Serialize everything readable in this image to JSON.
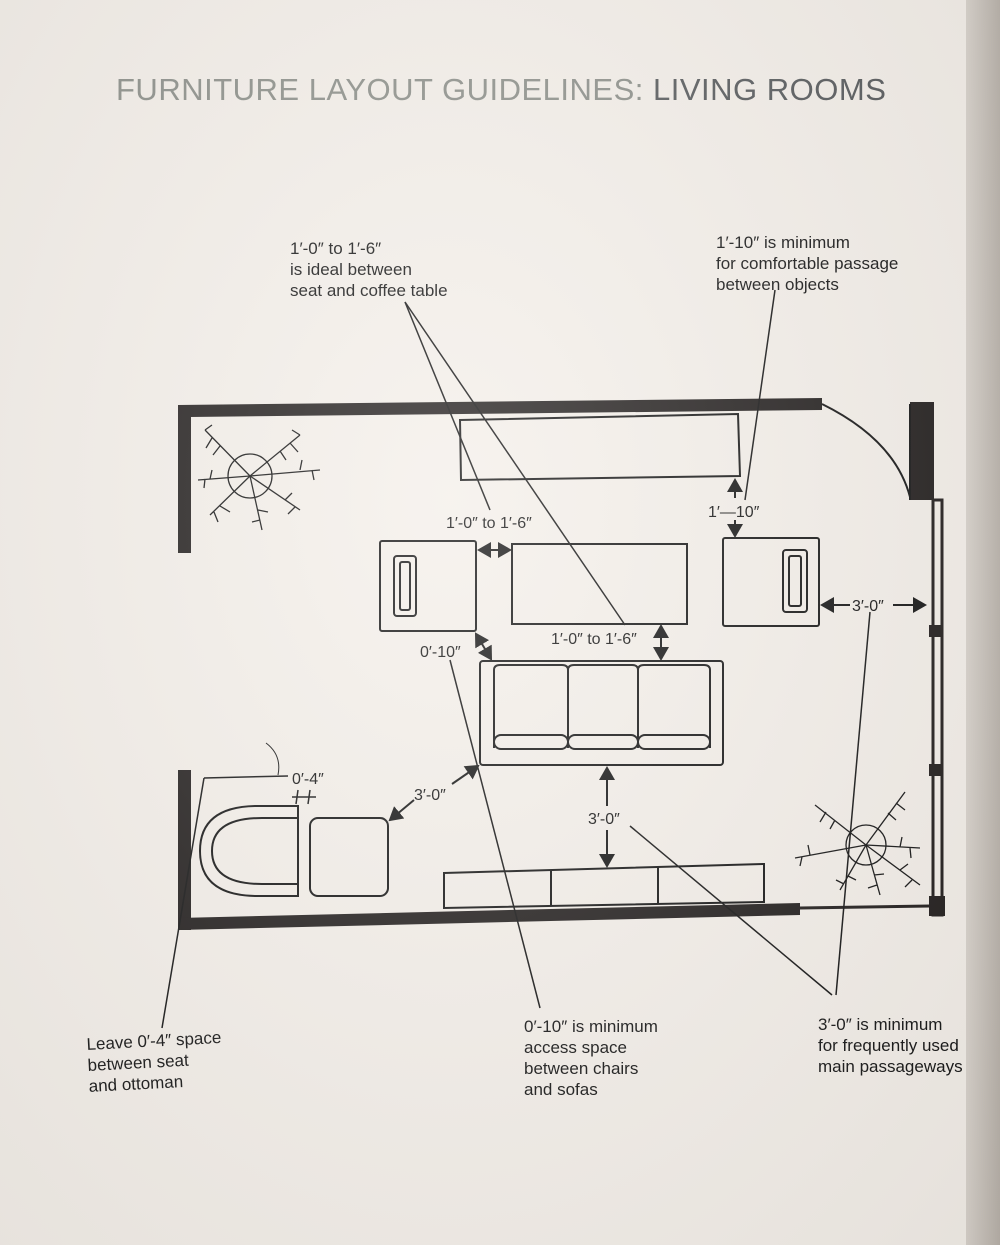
{
  "header": {
    "title_main": "FURNITURE LAYOUT GUIDELINES: ",
    "title_accent": "LIVING ROOMS"
  },
  "callouts": {
    "seat_table": "1′-0″ to 1′-6″\nis ideal between\nseat and coffee table",
    "passage": "1′-10″ is minimum\nfor comfortable passage\nbetween objects",
    "ottoman": "Leave 0′-4″ space\nbetween seat\nand ottoman",
    "access": "0′-10″ is minimum\naccess space\nbetween chairs\nand sofas",
    "main_passage": "3′-0″ is minimum\nfor frequently used\nmain passageways"
  },
  "dimensions": {
    "chair_table": "1′-0″ to 1′-6″",
    "table_sofa": "1′-0″ to 1′-6″",
    "console_chair": "1′—10″",
    "chair_window": "3′-0″",
    "chair_sofa": "0′-10″",
    "ottoman_gap": "0′-4″",
    "ottoman_sofa": "3′-0″",
    "sofa_tv": "3′-0″"
  },
  "colors": {
    "ink": "#111111",
    "title_light": "#8b8e88",
    "title_dark": "#55585a",
    "paper": "#f4efe9"
  }
}
